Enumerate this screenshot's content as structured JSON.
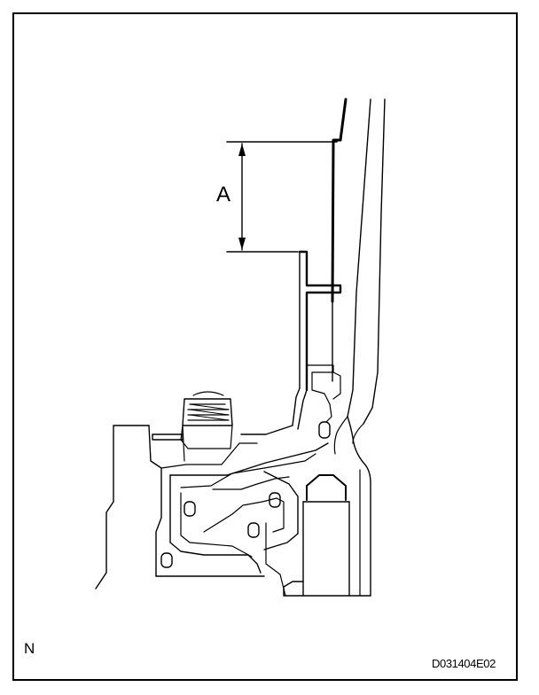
{
  "figure": {
    "dimension_label": "A",
    "corner_mark": "N",
    "figure_code": "D031404E02"
  },
  "colors": {
    "ink": "#000000",
    "paper": "#ffffff"
  }
}
